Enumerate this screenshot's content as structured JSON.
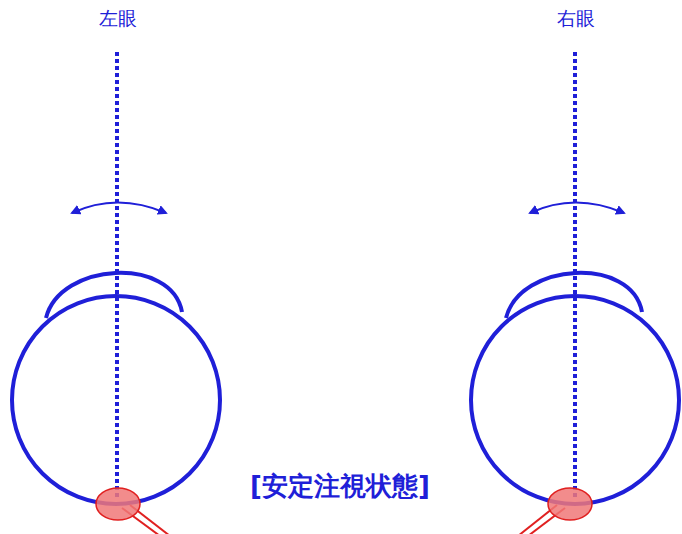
{
  "diagram": {
    "labels": [
      "左眼",
      "右眼",
      "[安定注視状態]"
    ]
  }
}
